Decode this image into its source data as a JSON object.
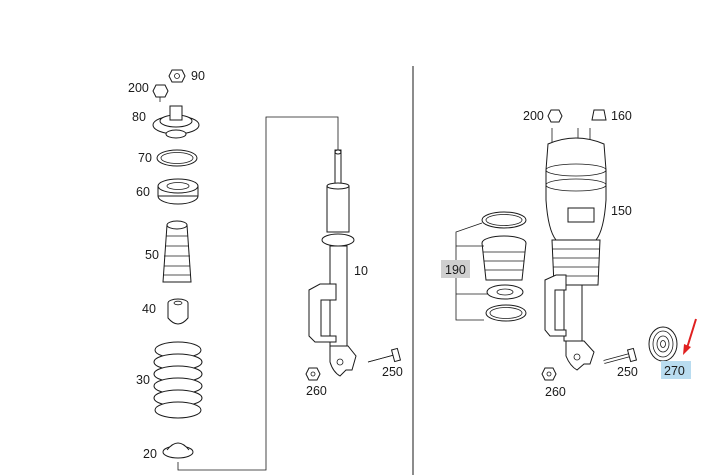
{
  "labels": {
    "p90": "90",
    "p200_left": "200",
    "p80": "80",
    "p70": "70",
    "p60": "60",
    "p50": "50",
    "p40": "40",
    "p30": "30",
    "p20": "20",
    "p10": "10",
    "p250_left": "250",
    "p260_left": "260",
    "p200_right": "200",
    "p160": "160",
    "p150": "150",
    "p190": "190",
    "p250_right": "250",
    "p260_right": "260",
    "p270": "270"
  },
  "colors": {
    "line": "#1a1a1a",
    "highlight": "#b9dcf0",
    "group_label_bg": "#cfcfcf",
    "arrow": "#e02020"
  }
}
